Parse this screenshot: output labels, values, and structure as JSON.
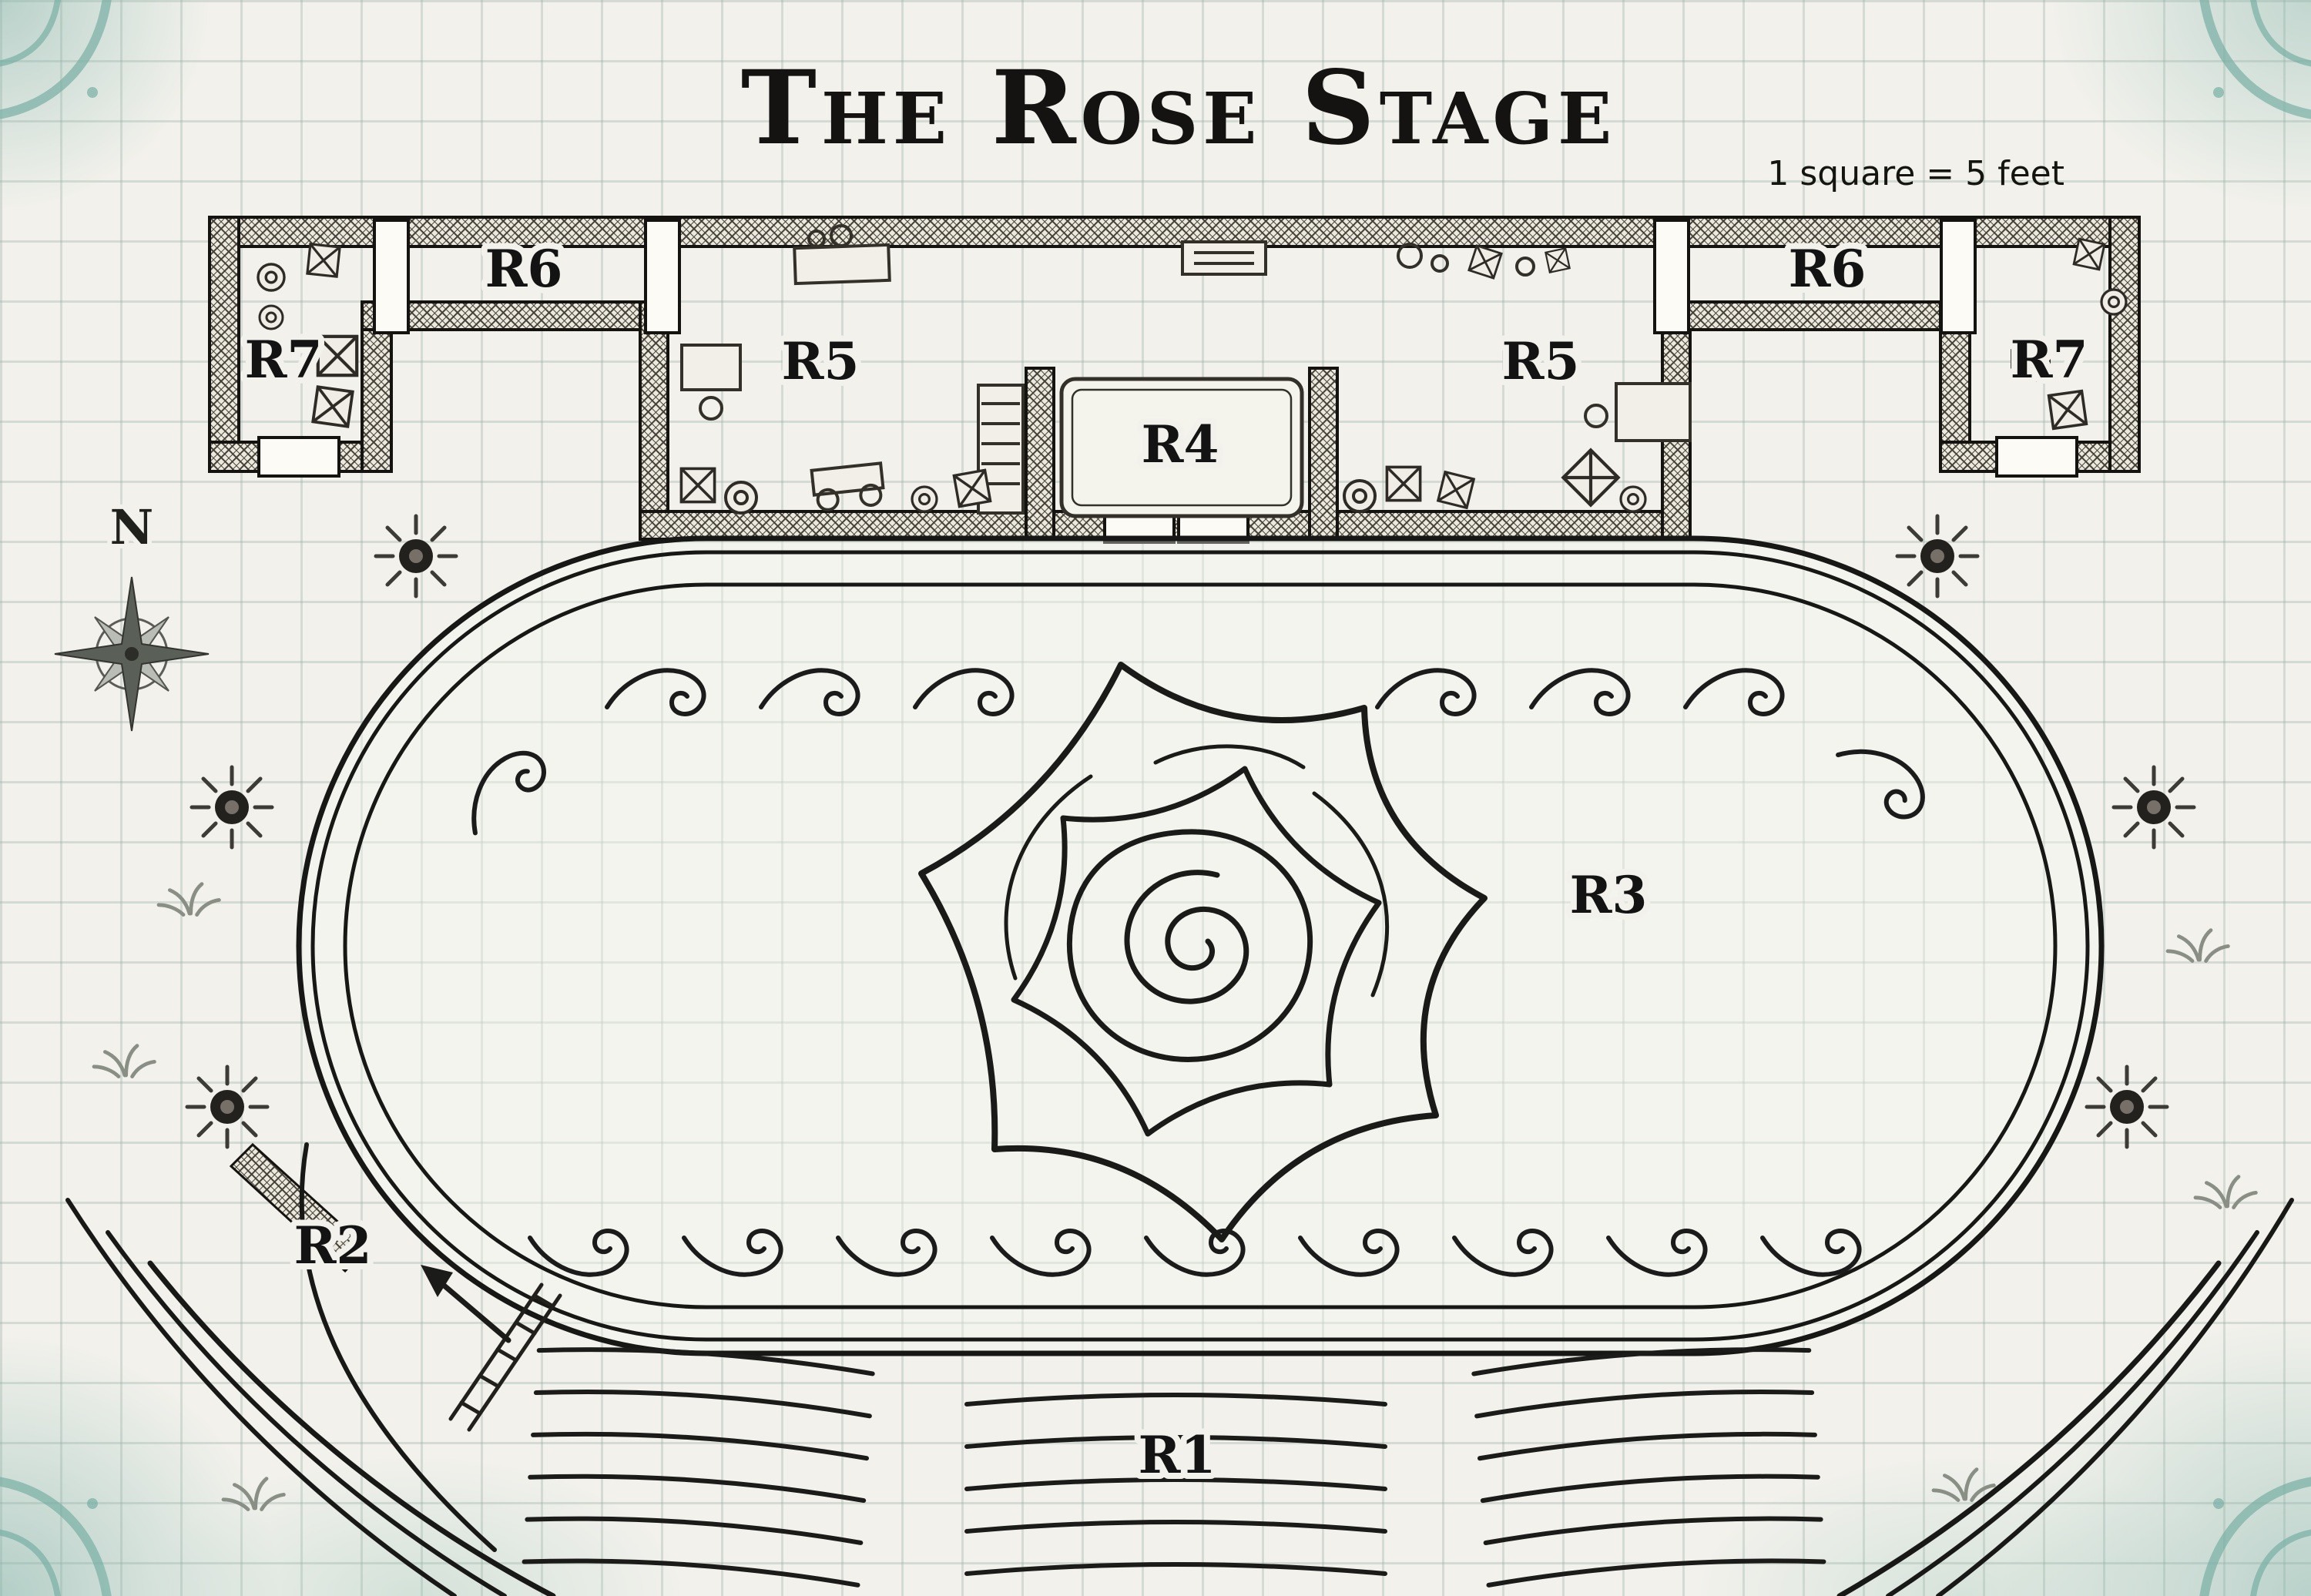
{
  "title": "The Rose Stage",
  "scale_note": "1 square = 5 feet",
  "compass": {
    "north_label": "N"
  },
  "room_labels": {
    "r1": "R1",
    "r2": "R2",
    "r3": "R3",
    "r4": "R4",
    "r5_left": "R5",
    "r5_right": "R5",
    "r6_left": "R6",
    "r6_right": "R6",
    "r7_left": "R7",
    "r7_right": "R7"
  },
  "colors": {
    "ink": "#1b1b1b",
    "paper": "#f2f1ec",
    "grid_line": "#bccac3",
    "accent_teal": "#79b0a5"
  }
}
